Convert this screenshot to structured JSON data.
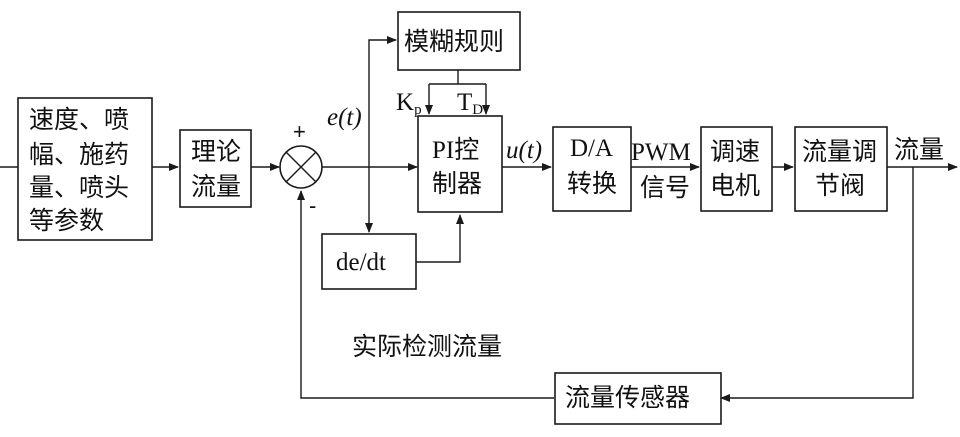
{
  "blocks": {
    "params": [
      "速度、喷",
      "幅、施药",
      "量、喷头",
      "等参数"
    ],
    "theory": [
      "理论",
      "流量"
    ],
    "fuzzy": "模糊规则",
    "pi": [
      "PI控",
      "制器"
    ],
    "deriv": "de/dt",
    "da": [
      "D/A",
      "转换"
    ],
    "motor": [
      "调速",
      "电机"
    ],
    "valve": [
      "流量调",
      "节阀"
    ],
    "sensor": "流量传感器"
  },
  "signals": {
    "error": "e(t)",
    "control": "u(t)",
    "pwm": [
      "PWM",
      "信号"
    ],
    "output": "流量",
    "kp_main": "K",
    "kp_sub": "p",
    "td_main": "T",
    "td_sub": "D",
    "plus": "+",
    "minus": "-",
    "feedback": "实际检测流量"
  }
}
